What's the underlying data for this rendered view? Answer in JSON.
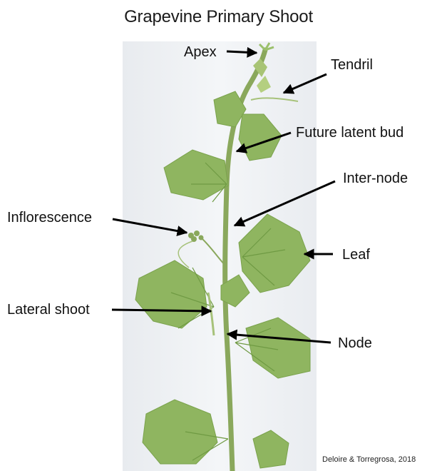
{
  "title": "Grapevine Primary Shoot",
  "labels": {
    "apex": "Apex",
    "tendril": "Tendril",
    "future_latent_bud": "Future latent bud",
    "inter_node": "Inter-node",
    "inflorescence": "Inflorescence",
    "leaf": "Leaf",
    "lateral_shoot": "Lateral shoot",
    "node": "Node"
  },
  "credit": "Deloire & Torregrosa, 2018",
  "colors": {
    "background_sheet": "#f1f3f6",
    "leaf_green": "#8fb560",
    "leaf_dark": "#6f9a43",
    "stem_green": "#8aa85c",
    "arrow": "#000000"
  }
}
